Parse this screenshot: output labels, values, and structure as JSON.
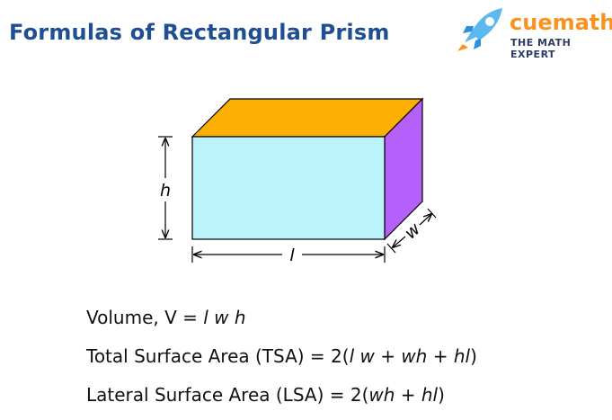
{
  "title": "Formulas of Rectangular Prism",
  "brand": {
    "name": "cuemath",
    "tagline": "THE MATH EXPERT",
    "icon": "rocket-icon"
  },
  "diagram": {
    "labels": {
      "height": "h",
      "length": "l",
      "width": "w"
    },
    "colors": {
      "front": "#baf3fc",
      "top": "#fcaf00",
      "side": "#b660fc"
    }
  },
  "formulas": {
    "volume": {
      "prefix": "Volume, V = ",
      "expr": "l w h"
    },
    "tsa": {
      "prefix": "Total Surface Area (TSA) = 2(",
      "expr": "l w + wh + hl",
      "suffix": ")"
    },
    "lsa": {
      "prefix": "Lateral Surface Area (LSA) = 2(",
      "expr": "wh + hl",
      "suffix": ")"
    }
  }
}
